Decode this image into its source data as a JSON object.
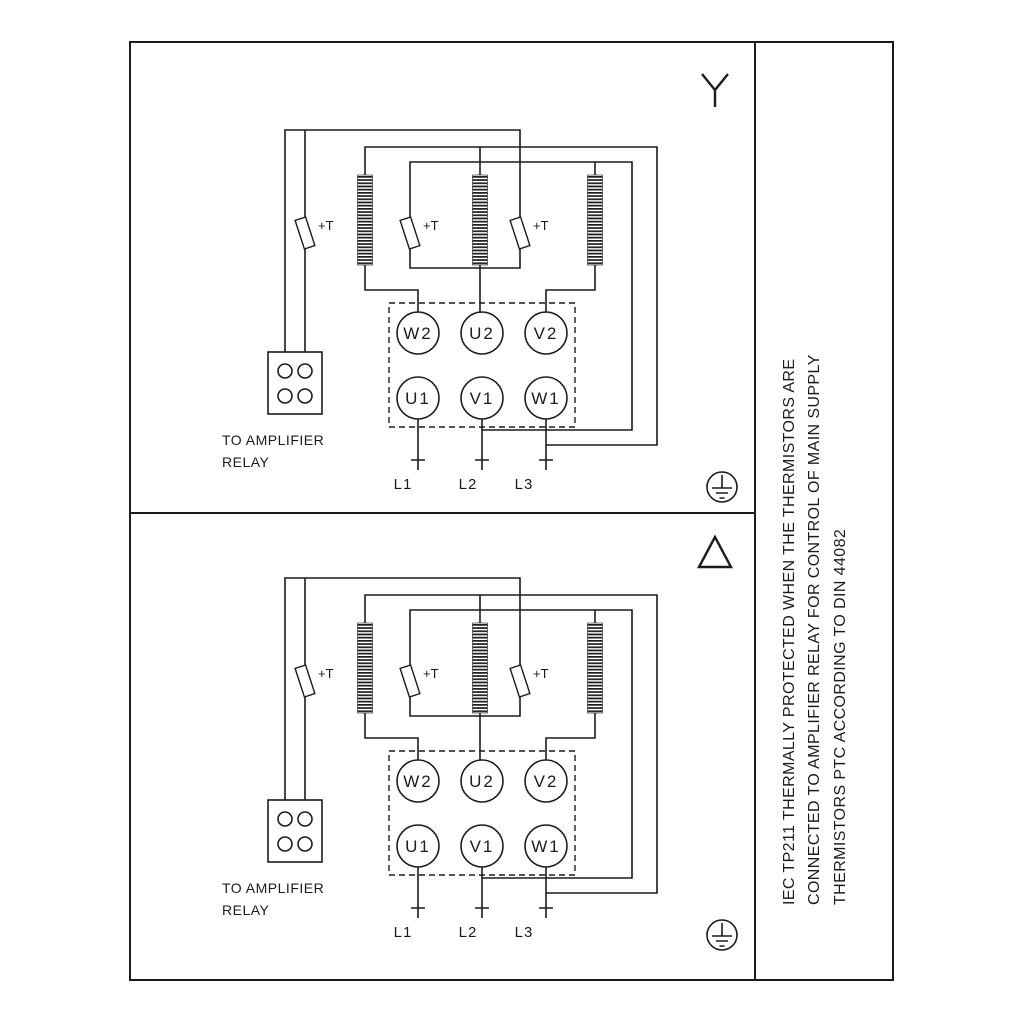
{
  "diagram": {
    "side_note": {
      "line1": "IEC TP211 THERMALLY PROTECTED WHEN THE THERMISTORS ARE",
      "line2": "CONNECTED TO AMPLIFIER RELAY FOR CONTROL OF MAIN SUPPLY",
      "line3": "THERMISTORS PTC ACCORDING TO DIN 44082"
    },
    "panel": {
      "relay_label_line1": "TO AMPLIFIER",
      "relay_label_line2": "RELAY",
      "thermistor_label": "+T",
      "terminals_top": [
        "W2",
        "U2",
        "V2"
      ],
      "terminals_bottom": [
        "U1",
        "V1",
        "W1"
      ],
      "supply_lines": [
        "L1",
        "L2",
        "L3"
      ]
    },
    "connections": [
      "star",
      "delta"
    ],
    "icons": {
      "star_connection": "Y-shape",
      "delta_connection": "triangle-outline",
      "earth_ground": "circle-with-earth-bars",
      "thermistor": "tilted-rectangle",
      "motor_winding": "hatched-bar"
    },
    "colors": {
      "ink": "#1c1c1c",
      "background": "#ffffff"
    }
  }
}
